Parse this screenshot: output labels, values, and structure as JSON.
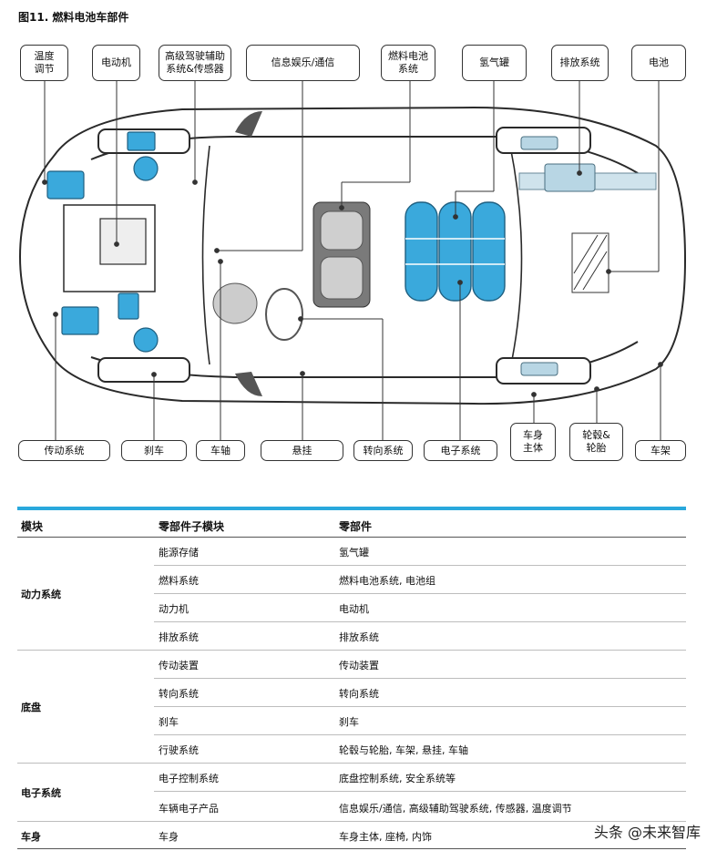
{
  "figure": {
    "title": "图11. 燃料电池车部件",
    "callouts_top": [
      {
        "id": "temp-control",
        "label": "温度\n调节"
      },
      {
        "id": "motor",
        "label": "电动机"
      },
      {
        "id": "adas-sensor",
        "label": "高级驾驶辅助\n系统&传感器"
      },
      {
        "id": "infotainment",
        "label": "信息娱乐/通信"
      },
      {
        "id": "fuel-cell",
        "label": "燃料电池\n系统"
      },
      {
        "id": "hydrogen-tank",
        "label": "氢气罐"
      },
      {
        "id": "exhaust",
        "label": "排放系统"
      },
      {
        "id": "battery",
        "label": "电池"
      }
    ],
    "callouts_bottom": [
      {
        "id": "transmission",
        "label": "传动系统"
      },
      {
        "id": "brake",
        "label": "刹车"
      },
      {
        "id": "axle",
        "label": "车轴"
      },
      {
        "id": "suspension",
        "label": "悬挂"
      },
      {
        "id": "steering",
        "label": "转向系统"
      },
      {
        "id": "electronics",
        "label": "电子系统"
      },
      {
        "id": "body",
        "label": "车身\n主体"
      },
      {
        "id": "wheel-tire",
        "label": "轮毂&\n轮胎"
      },
      {
        "id": "frame",
        "label": "车架"
      }
    ],
    "colors": {
      "accent": "#29a8dc",
      "part_blue": "#3aa9dc",
      "outline": "#2a2a2a"
    }
  },
  "table": {
    "headers": {
      "module": "模块",
      "submodule": "零部件子模块",
      "parts": "零部件"
    },
    "groups": [
      {
        "module": "动力系统",
        "rows": [
          {
            "submodule": "能源存储",
            "parts": "氢气罐"
          },
          {
            "submodule": "燃料系统",
            "parts": "燃料电池系统, 电池组"
          },
          {
            "submodule": "动力机",
            "parts": "电动机"
          },
          {
            "submodule": "排放系统",
            "parts": "排放系统"
          }
        ]
      },
      {
        "module": "底盘",
        "rows": [
          {
            "submodule": "传动装置",
            "parts": "传动装置"
          },
          {
            "submodule": "转向系统",
            "parts": "转向系统"
          },
          {
            "submodule": "刹车",
            "parts": "刹车"
          },
          {
            "submodule": "行驶系统",
            "parts": "轮毂与轮胎, 车架, 悬挂, 车轴"
          }
        ]
      },
      {
        "module": "电子系统",
        "rows": [
          {
            "submodule": "电子控制系统",
            "parts": "底盘控制系统, 安全系统等"
          },
          {
            "submodule": "车辆电子产品",
            "parts": "信息娱乐/通信, 高级辅助驾驶系统, 传感器, 温度调节"
          }
        ]
      },
      {
        "module": "车身",
        "rows": [
          {
            "submodule": "车身",
            "parts": "车身主体, 座椅, 内饰"
          }
        ]
      }
    ]
  },
  "watermark": "头条 @未来智库"
}
